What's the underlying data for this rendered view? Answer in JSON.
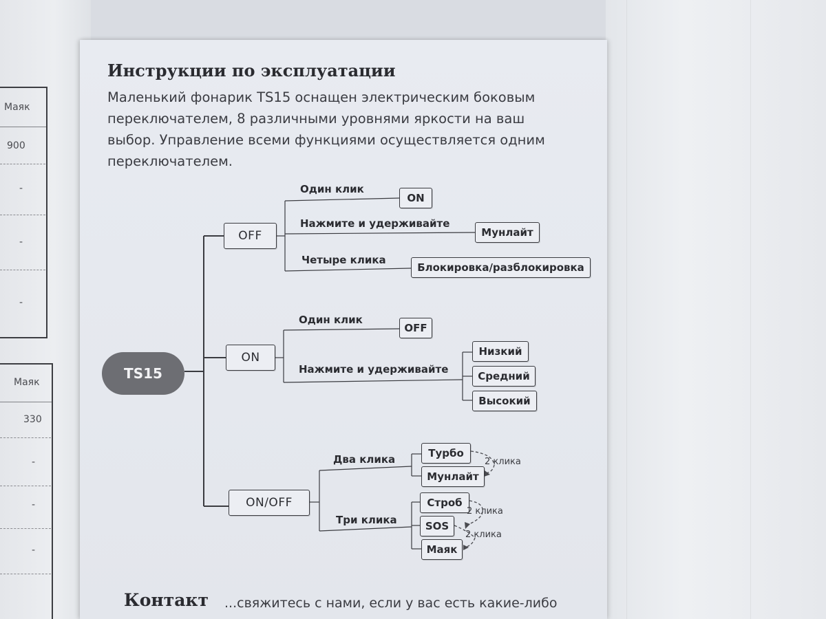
{
  "document": {
    "title": "Инструкции по эксплуатации",
    "intro": "Маленький фонарик TS15 оснащен электрическим боковым\nпереключателем, 8 различными уровнями яркости на ваш\nвыбор. Управление всеми функциями осуществляется одним\nпереключателем."
  },
  "diagram": {
    "root": "TS15",
    "off": {
      "label": "OFF",
      "branches": [
        {
          "action": "Один клик",
          "result": "ON"
        },
        {
          "action": "Нажмите и удерживайте",
          "result": "Мунлайт"
        },
        {
          "action": "Четыре клика",
          "result": "Блокировка/разблокировка"
        }
      ]
    },
    "on": {
      "label": "ON",
      "click_action": "Один клик",
      "click_result": "OFF",
      "hold_action": "Нажмите и удерживайте",
      "hold_results": [
        "Низкий",
        "Средний",
        "Высокий"
      ]
    },
    "onoff": {
      "label": "ON/OFF",
      "double_action": "Два клика",
      "double_results": [
        "Турбо",
        "Мунлайт"
      ],
      "triple_action": "Три клика",
      "triple_results": [
        "Строб",
        "SOS",
        "Маяк"
      ],
      "cycle_note_1": "2 клика",
      "cycle_note_2": "2 клика",
      "cycle_note_3": "2 клика"
    }
  },
  "contact": {
    "title": "Контакт",
    "text": "...свяжитесь с нами, если у вас есть какие-либо"
  },
  "left_sheet": {
    "table1": {
      "header": "Маяк",
      "values": [
        "900",
        "-",
        "-",
        "-"
      ]
    },
    "table2": {
      "header": "Маяк",
      "values": [
        "330",
        "-",
        "-",
        "-"
      ]
    }
  },
  "colors": {
    "paper": "#e6e9ef",
    "ink": "#2b2c31",
    "root_fill": "#6d6e73"
  }
}
